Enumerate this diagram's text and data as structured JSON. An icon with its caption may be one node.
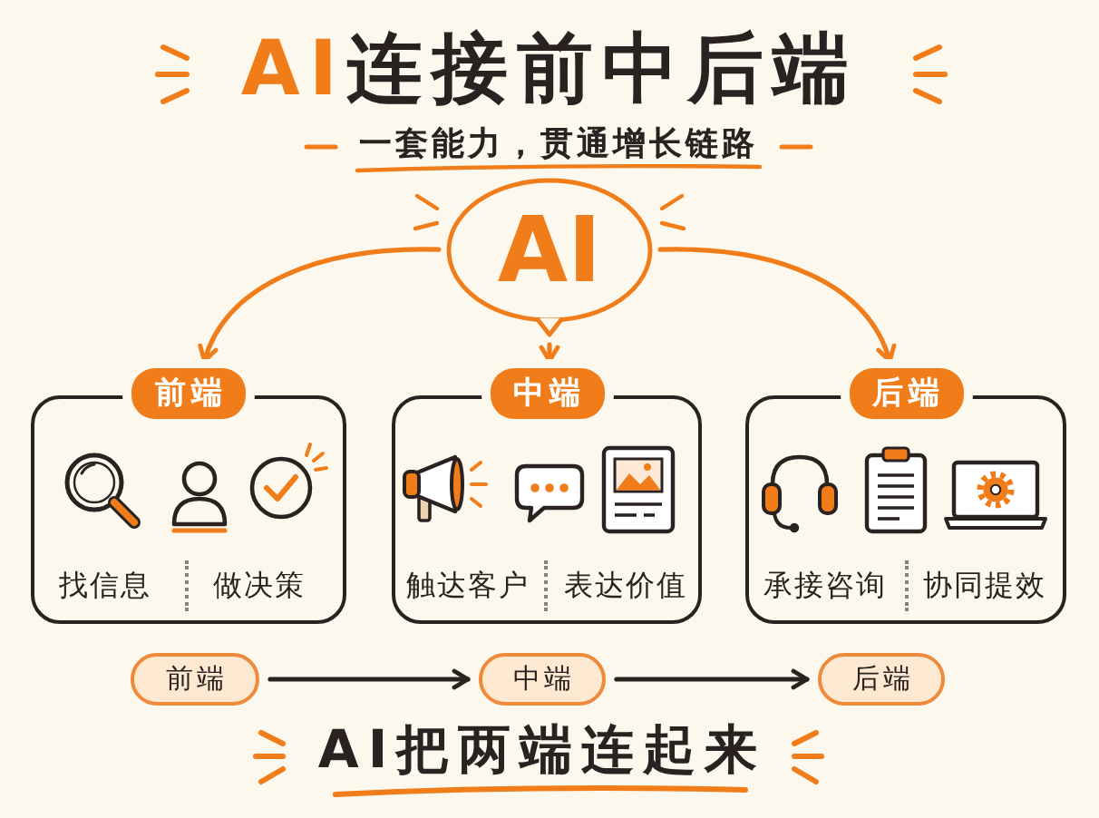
{
  "diagram": {
    "title": "**AI**连接前中后端",
    "caption": "AI把两端连起来",
    "labels": [
      "一套能力，贯通增长链路"
    ],
    "nodes": [
      {
        "text": [
          "AI"
        ]
      },
      {
        "text": [
          "前端",
          "找信息",
          "做决策"
        ]
      },
      {
        "text": [
          "中端",
          "触达客户",
          "表达价值"
        ]
      },
      {
        "text": [
          "后端",
          "承接咨询",
          "协同提效"
        ]
      },
      {
        "text": [
          "前端"
        ]
      },
      {
        "text": [
          "中端"
        ]
      },
      {
        "text": [
          "后端"
        ]
      }
    ],
    "edges": [
      {
        "from": 0,
        "to": 1,
        "arrow": "to"
      },
      {
        "from": 0,
        "to": 2,
        "arrow": "to"
      },
      {
        "from": 0,
        "to": 3,
        "arrow": "to"
      },
      {
        "from": 4,
        "to": 5,
        "arrow": "to",
        "color": "#2a2220"
      },
      {
        "from": 5,
        "to": 6,
        "arrow": "to",
        "color": "#2a2220"
      }
    ]
  }
}
